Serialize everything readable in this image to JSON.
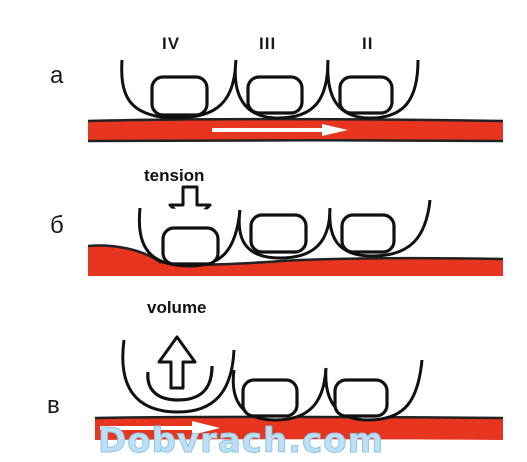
{
  "finger_labels": [
    "IV",
    "III",
    "II"
  ],
  "rows": [
    {
      "label": "а",
      "annotation": ""
    },
    {
      "label": "б",
      "annotation": "tension"
    },
    {
      "label": "в",
      "annotation": "volume"
    }
  ],
  "watermark": "Dobvrach.com",
  "colors": {
    "artery": "#e8351f",
    "outline": "#111111",
    "watermark": "#bfe0f4"
  }
}
